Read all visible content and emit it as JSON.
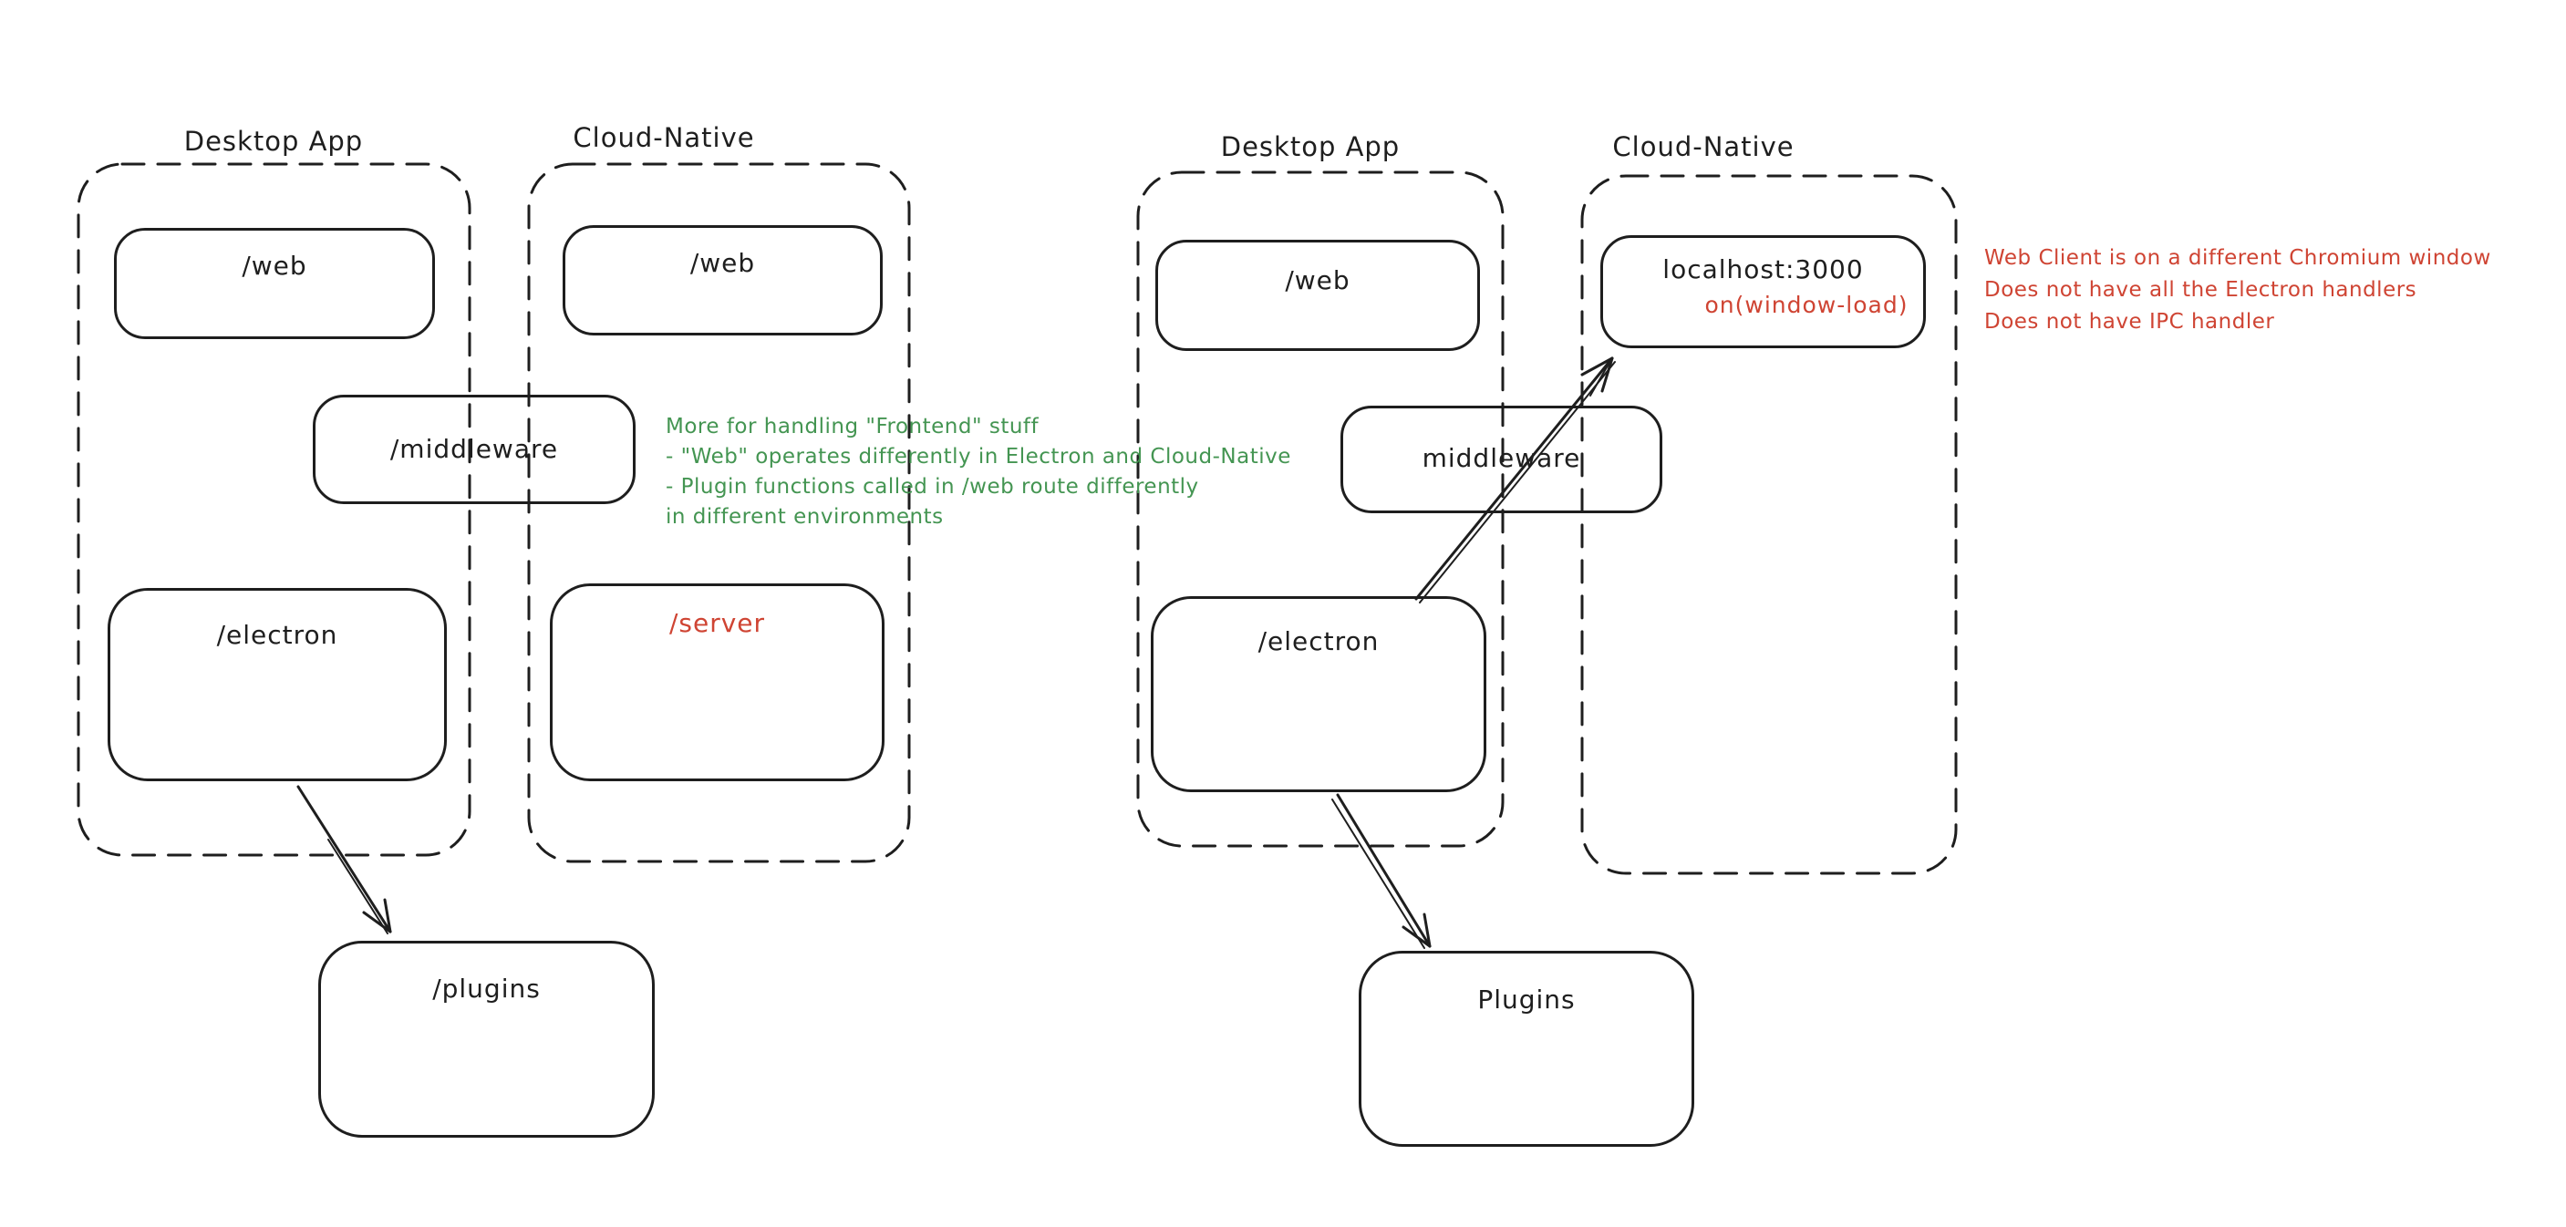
{
  "colors": {
    "ink": "#1e1e1e",
    "green": "#449552",
    "red": "#cf4433",
    "background": "#ffffff"
  },
  "left_diagram": {
    "desktop": {
      "title": "Desktop App",
      "web": "/web",
      "electron": "/electron"
    },
    "cloud": {
      "title": "Cloud-Native",
      "web": "/web",
      "server": "/server"
    },
    "middleware": "/middleware",
    "plugins": "/plugins",
    "green_note": {
      "line1": "More for handling \"Frontend\" stuff",
      "line2": "- \"Web\" operates differently in Electron and Cloud-Native",
      "line3": "- Plugin functions called in /web route differently",
      "line4": "in different environments"
    }
  },
  "right_diagram": {
    "desktop": {
      "title": "Desktop App",
      "web": "/web",
      "electron": "/electron"
    },
    "cloud": {
      "title": "Cloud-Native",
      "localhost": "localhost:3000",
      "window_load": "on(window-load)"
    },
    "middleware": "middleware",
    "plugins": "Plugins",
    "red_note": {
      "line1": "Web Client is on a different Chromium window",
      "line2": "Does not have all the Electron handlers",
      "line3": "Does not have IPC handler"
    }
  },
  "connections": [
    {
      "from": "left /electron",
      "to": "left /plugins",
      "style": "arrow"
    },
    {
      "from": "right /electron",
      "to": "right Plugins",
      "style": "arrow"
    },
    {
      "from": "right /electron",
      "to": "right localhost:3000 via middleware",
      "style": "arrow"
    }
  ]
}
